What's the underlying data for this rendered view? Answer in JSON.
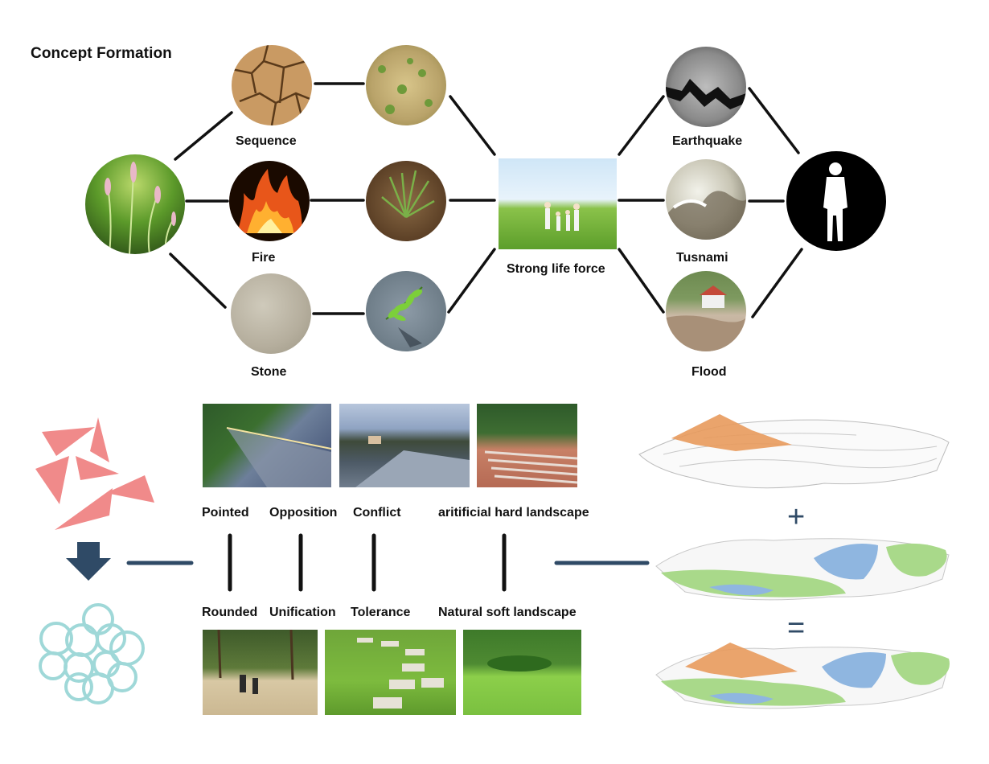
{
  "title": "Concept Formation",
  "concept_labels": {
    "sequence": "Sequence",
    "fire": "Fire",
    "stone": "Stone",
    "strong_life_force": "Strong life force",
    "earthquake": "Earthquake",
    "tusnami": "Tusnami",
    "flood": "Flood"
  },
  "contrast_top": {
    "pointed": "Pointed",
    "opposition": "Opposition",
    "conflict": "Conflict",
    "hard": "aritificial hard landscape"
  },
  "contrast_bottom": {
    "rounded": "Rounded",
    "unification": "Unification",
    "tolerance": "Tolerance",
    "soft": "Natural soft landscape"
  },
  "operators": {
    "plus": "+",
    "equals": "="
  },
  "colors": {
    "line": "#111111",
    "accent_blue": "#2f4a66",
    "triangle_pink": "#f08a8a",
    "ring_teal": "#9fd8d8",
    "map_orange": "#e89a5c",
    "map_blue": "#8fb6e0",
    "map_green": "#a9d98a"
  }
}
